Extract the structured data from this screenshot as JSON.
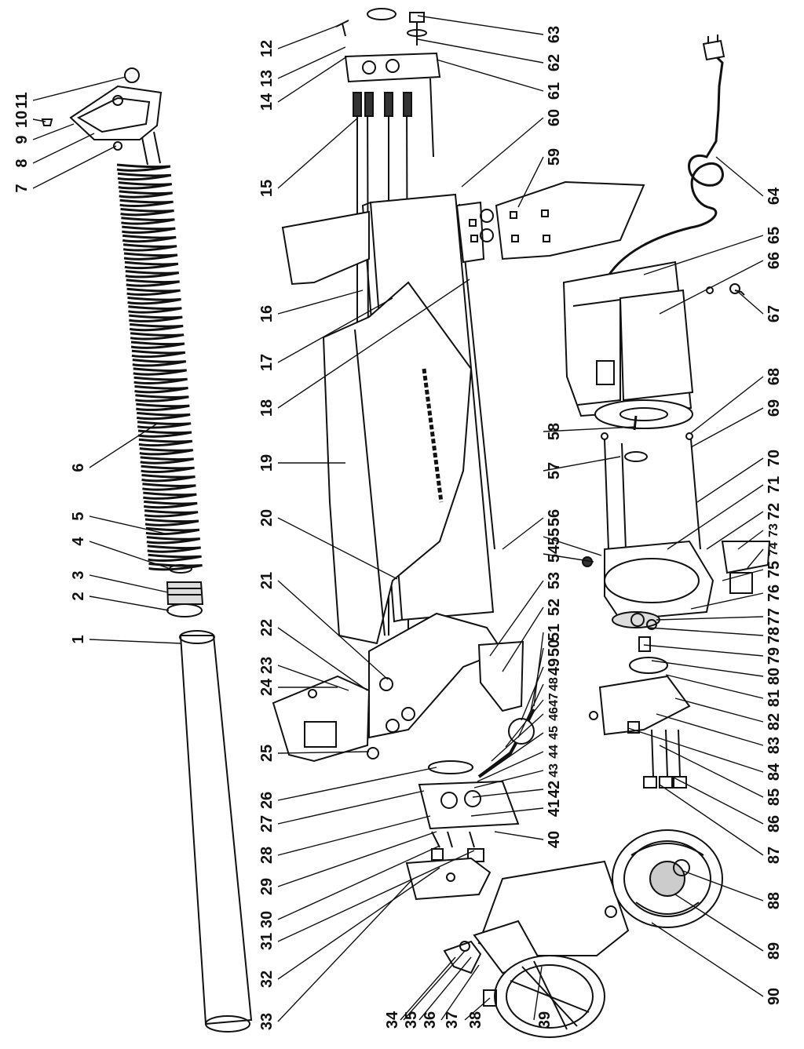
{
  "labels": [
    "1",
    "2",
    "3",
    "4",
    "5",
    "6",
    "7",
    "8",
    "9",
    "10",
    "11",
    "12",
    "13",
    "14",
    "15",
    "16",
    "17",
    "18",
    "19",
    "20",
    "21",
    "22",
    "23",
    "24",
    "25",
    "26",
    "27",
    "28",
    "29",
    "30",
    "31",
    "32",
    "33",
    "34",
    "35",
    "36",
    "37",
    "38",
    "39",
    "40",
    "41",
    "42",
    "43",
    "44",
    "45",
    "46",
    "47",
    "48",
    "49",
    "50",
    "51",
    "52",
    "53",
    "54",
    "55",
    "56",
    "57",
    "58",
    "59",
    "60",
    "61",
    "62",
    "63",
    "64",
    "65",
    "66",
    "67",
    "68",
    "69",
    "70",
    "71",
    "72",
    "73",
    "74",
    "75",
    "76",
    "77",
    "78",
    "79",
    "80",
    "81",
    "82",
    "83",
    "84",
    "85",
    "86",
    "87",
    "88",
    "89",
    "90"
  ],
  "colors": {
    "line": "#111111",
    "paper": "#ffffff",
    "shade": "#d8d8d8"
  }
}
